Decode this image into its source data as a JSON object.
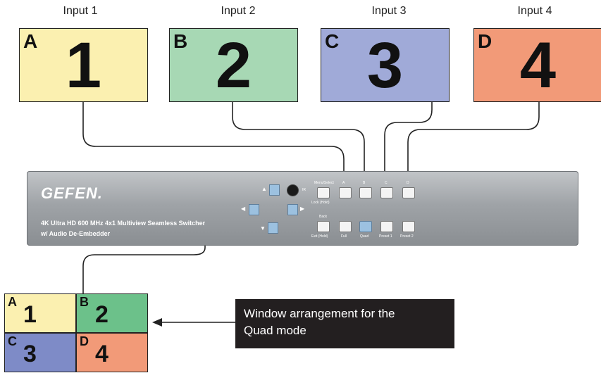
{
  "inputs": [
    {
      "label": "Input 1",
      "letter": "A",
      "number": "1",
      "color": "#fbf0b0"
    },
    {
      "label": "Input 2",
      "letter": "B",
      "number": "2",
      "color": "#a7d8b4"
    },
    {
      "label": "Input 3",
      "letter": "C",
      "number": "3",
      "color": "#a0aad8"
    },
    {
      "label": "Input 4",
      "letter": "D",
      "number": "4",
      "color": "#f29a78"
    }
  ],
  "switcher": {
    "brand": "GEFEN.",
    "model_line1": "4K Ultra HD 600 MHz 4x1 Multiview Seamless Switcher",
    "model_line2": "w/ Audio De-Embedder",
    "ir_label": "IR",
    "top_labels": {
      "menu": "Menu/Select",
      "a": "A",
      "b": "B",
      "c": "C",
      "d": "D",
      "lock": "Lock (Hold)",
      "back": "Back"
    },
    "bottom_labels": {
      "exit": "Exit (Hold)",
      "full": "Full",
      "quad": "Quad",
      "preset1": "Preset 1",
      "preset2": "Preset 2"
    },
    "arrows": {
      "up": "▲",
      "down": "▼",
      "left": "◀",
      "right": "▶"
    },
    "accent": "#9cc1e0"
  },
  "quad_layout": [
    {
      "letter": "A",
      "number": "1",
      "color": "#fbf0b0"
    },
    {
      "letter": "B",
      "number": "2",
      "color": "#6cc18a"
    },
    {
      "letter": "C",
      "number": "3",
      "color": "#7e8bc7"
    },
    {
      "letter": "D",
      "number": "4",
      "color": "#f29a78"
    }
  ],
  "callout": {
    "line1": "Window arrangement for the",
    "line2": "Quad mode"
  }
}
